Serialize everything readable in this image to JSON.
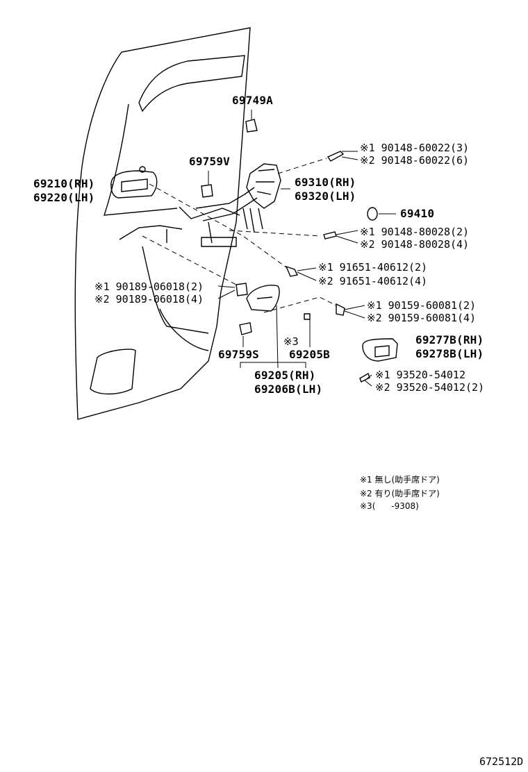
{
  "parts": {
    "p69749A": "69749A",
    "p69759V": "69759V",
    "p69210": "69210(RH)",
    "p69220": "69220(LH)",
    "p69310": "69310(RH)",
    "p69320": "69320(LH)",
    "p69410": "69410",
    "p69759S": "69759S",
    "p69205B": "69205B",
    "p69205": "69205(RH)",
    "p69206B": "69206B(LH)",
    "p69277B": "69277B(RH)",
    "p69278B": "69278B(LH)"
  },
  "fasteners": {
    "f90148_60022_1": "※1 90148-60022(3)",
    "f90148_60022_2": "※2 90148-60022(6)",
    "f90148_80028_1": "※1 90148-80028(2)",
    "f90148_80028_2": "※2 90148-80028(4)",
    "f91651_1": "※1 91651-40612(2)",
    "f91651_2": "※2 91651-40612(4)",
    "f90189_1": "※1 90189-06018(2)",
    "f90189_2": "※2 90189-06018(4)",
    "f90159_1": "※1 90159-60081(2)",
    "f90159_2": "※2 90159-60081(4)",
    "f93520_1": "※1 93520-54012",
    "f93520_2": "※2 93520-54012(2)",
    "star3": "※3"
  },
  "legend": {
    "note1": "※1 無し(助手席ドア)",
    "note2": "※2 有り(助手席ドア)",
    "note3": "※3(      -9308)"
  },
  "figure_code": "672512D"
}
